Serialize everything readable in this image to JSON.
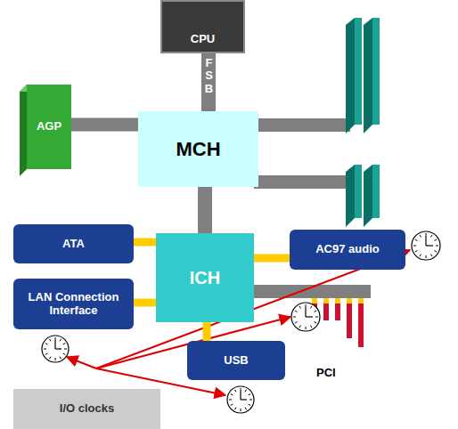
{
  "diagram": {
    "nodes": [
      {
        "text": [
          "CPU"
        ]
      },
      {
        "text": [
          "AGP"
        ]
      },
      {
        "text": [
          "MCH"
        ]
      },
      {
        "text": [
          "ATA"
        ]
      },
      {
        "text": [
          "ICH"
        ]
      },
      {
        "text": [
          "AC97 audio"
        ]
      },
      {
        "text": [
          "LAN Connection Interface"
        ]
      },
      {
        "text": [
          "USB"
        ]
      },
      {
        "text": [
          "I/O clocks"
        ]
      }
    ],
    "edges": [
      {
        "from": 0,
        "to": 2,
        "arrow": "none"
      },
      {
        "from": 2,
        "to": 1,
        "arrow": "none"
      },
      {
        "from": 2,
        "to": 4,
        "arrow": "none"
      },
      {
        "from": 4,
        "to": 3,
        "arrow": "none"
      },
      {
        "from": 4,
        "to": 6,
        "arrow": "none"
      },
      {
        "from": 4,
        "to": 5,
        "arrow": "none"
      },
      {
        "from": 4,
        "to": 7,
        "arrow": "none"
      }
    ],
    "labels": [
      "FSB",
      "PCI"
    ]
  }
}
